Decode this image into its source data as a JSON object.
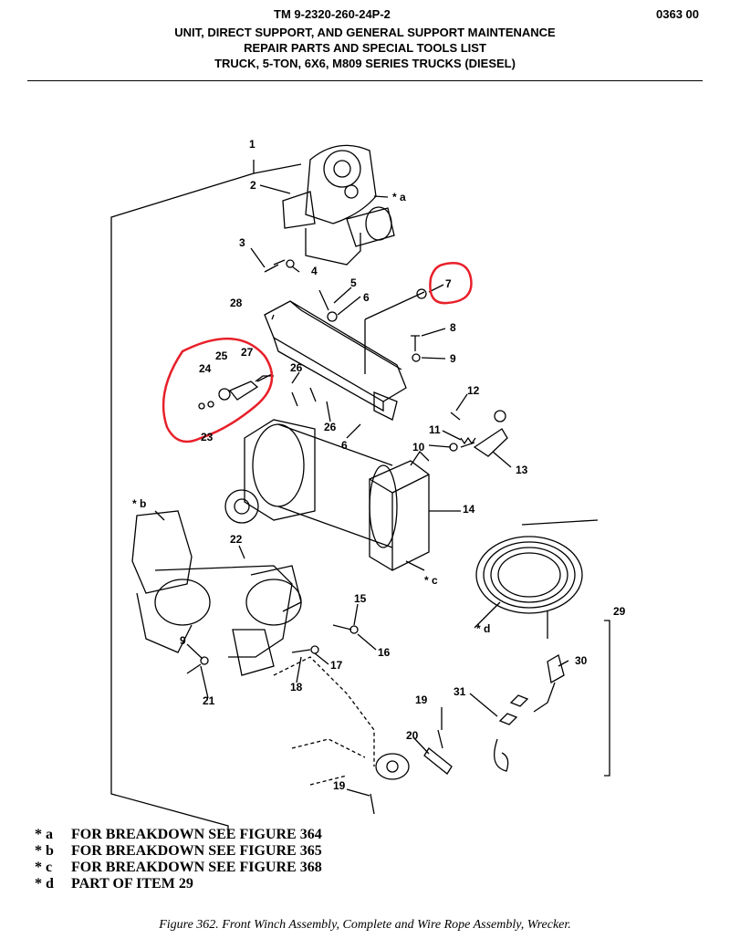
{
  "header": {
    "tm_number": "TM 9-2320-260-24P-2",
    "doc_number": "0363 00",
    "title_lines": [
      "UNIT, DIRECT SUPPORT, AND GENERAL SUPPORT MAINTENANCE",
      "REPAIR PARTS AND SPECIAL TOOLS LIST",
      "TRUCK, 5-TON, 6X6, M809 SERIES TRUCKS (DIESEL)"
    ]
  },
  "callouts": [
    {
      "id": "c1",
      "label": "1"
    },
    {
      "id": "c2",
      "label": "2"
    },
    {
      "id": "c3",
      "label": "3"
    },
    {
      "id": "c4",
      "label": "4"
    },
    {
      "id": "c5",
      "label": "5"
    },
    {
      "id": "c6a",
      "label": "6"
    },
    {
      "id": "c6b",
      "label": "6"
    },
    {
      "id": "c7",
      "label": "7"
    },
    {
      "id": "c8",
      "label": "8"
    },
    {
      "id": "c9a",
      "label": "9"
    },
    {
      "id": "c9b",
      "label": "9"
    },
    {
      "id": "c10",
      "label": "10"
    },
    {
      "id": "c11",
      "label": "11"
    },
    {
      "id": "c12",
      "label": "12"
    },
    {
      "id": "c13",
      "label": "13"
    },
    {
      "id": "c14",
      "label": "14"
    },
    {
      "id": "c15",
      "label": "15"
    },
    {
      "id": "c16",
      "label": "16"
    },
    {
      "id": "c17",
      "label": "17"
    },
    {
      "id": "c18",
      "label": "18"
    },
    {
      "id": "c19a",
      "label": "19"
    },
    {
      "id": "c19b",
      "label": "19"
    },
    {
      "id": "c20",
      "label": "20"
    },
    {
      "id": "c21",
      "label": "21"
    },
    {
      "id": "c22",
      "label": "22"
    },
    {
      "id": "c23",
      "label": "23"
    },
    {
      "id": "c24",
      "label": "24"
    },
    {
      "id": "c25",
      "label": "25"
    },
    {
      "id": "c26a",
      "label": "26"
    },
    {
      "id": "c26b",
      "label": "26"
    },
    {
      "id": "c27",
      "label": "27"
    },
    {
      "id": "c28",
      "label": "28"
    },
    {
      "id": "c29",
      "label": "29"
    },
    {
      "id": "c30",
      "label": "30"
    },
    {
      "id": "c31",
      "label": "31"
    },
    {
      "id": "sa",
      "label": "* a"
    },
    {
      "id": "sb",
      "label": "* b"
    },
    {
      "id": "sc",
      "label": "* c"
    },
    {
      "id": "sd",
      "label": "* d"
    }
  ],
  "notes": [
    {
      "mark": "* a",
      "text": "FOR BREAKDOWN SEE FIGURE 364"
    },
    {
      "mark": "* b",
      "text": "FOR BREAKDOWN SEE FIGURE 365"
    },
    {
      "mark": "* c",
      "text": "FOR BREAKDOWN SEE FIGURE 368"
    },
    {
      "mark": "* d",
      "text": "PART OF ITEM 29"
    }
  ],
  "caption": "Figure 362.  Front Winch Assembly, Complete and Wire Rope Assembly, Wrecker.",
  "highlight_color": "#e8202a"
}
